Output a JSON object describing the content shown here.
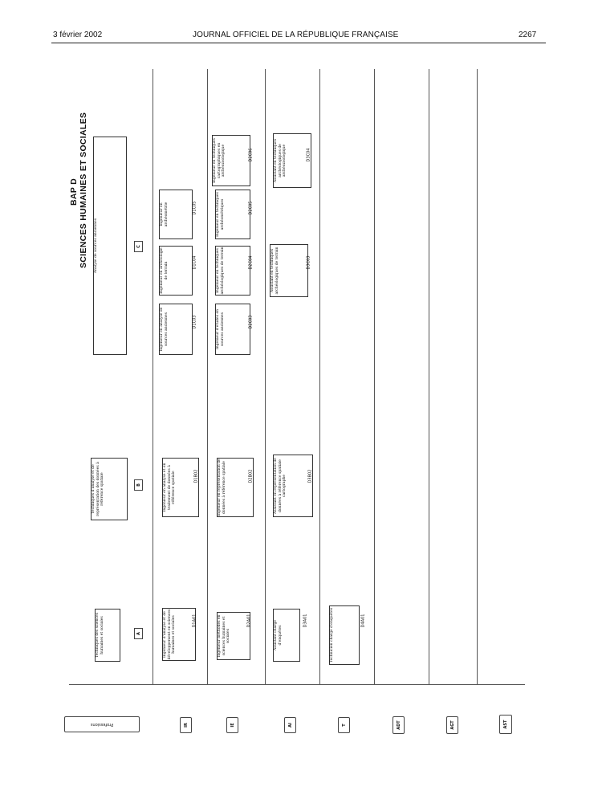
{
  "header": {
    "date": "3 février 2002",
    "title": "JOURNAL OFFICIEL DE LA RÉPUBLIQUE FRANÇAISE",
    "page": "2267"
  },
  "bap": {
    "title_line1": "BAP D",
    "title_line2": "SCIENCES HUMAINES ET SOCIALES"
  },
  "corps_header": "Professions",
  "corps": [
    "IR",
    "IE",
    "AI",
    "T",
    "ADT",
    "AGT",
    "AST"
  ],
  "families": {
    "A": {
      "letter": "A",
      "label": "Techniques des sciences humaines et sociales"
    },
    "B": {
      "letter": "B",
      "label": "Techniques d'analyse et de représentation des données à référence spatiale"
    },
    "C": {
      "letter": "C",
      "label": "Analyse de sources anciennes"
    }
  },
  "jobs": {
    "a_ir": {
      "label": "Ingénieur d'analyse et de développement en sciences humaines et sociales",
      "code": "D1A01"
    },
    "a_ie": {
      "label": "Ingénieur méthodes en sciences humaines et sociales",
      "code": "D2A01"
    },
    "a_ai": {
      "label": "Assistant chargé d'enquêtes",
      "code": "D3A01"
    },
    "a_t": {
      "label": "Technicien chargé d'enquêtes",
      "code": "D4A01"
    },
    "b_ir": {
      "label": "Ingénieur en analyse et en traitement de données à référence spatiale",
      "code": "D1B02"
    },
    "b_ie": {
      "label": "Ingénieur en représentation de données à référence spatiale",
      "code": "D2B02"
    },
    "b_ai": {
      "label": "Assistant en représentation de données à référence spatiale cartographe",
      "code": "D3B02"
    },
    "c_ir1": {
      "label": "Ingénieur en analyse de sources anciennes",
      "code": "D1C03"
    },
    "c_ir2": {
      "label": "Ingénieur en archéologie de terrain",
      "code": "D1C04"
    },
    "c_ir3": {
      "label": "Ingénieur en archéométrie",
      "code": "D1C05"
    },
    "c_ie1": {
      "label": "Ingénieur d'études en sources anciennes",
      "code": "D2C03"
    },
    "c_ie2": {
      "label": "Ingénieur en techniques archéologiques de terrain",
      "code": "D2C04"
    },
    "c_ie3": {
      "label": "Ingénieur en techniques archéométriques",
      "code": "D2C05"
    },
    "c_ie4": {
      "label": "Ingénieur en techniques cartographiques en archéozoologique",
      "code": "D2C06"
    },
    "c_ai1": {
      "label": "Assistant en techniques archéologiques de terrain",
      "code": "D3C03"
    },
    "c_ai2": {
      "label": "Assistant en techniques archéologiques de archéozoologique",
      "code": "D3C04"
    }
  }
}
